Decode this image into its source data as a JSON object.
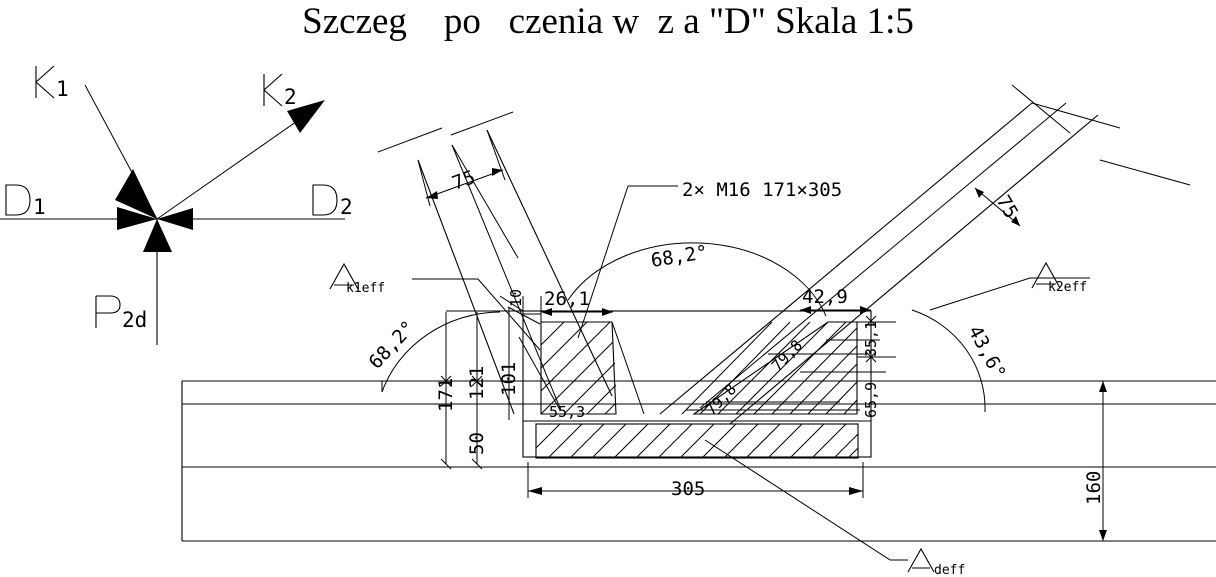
{
  "title": "Szczeg    po   czenia w  z a \"D\" Skala 1:5",
  "drawing": {
    "name": "truss-joint-detail-D",
    "scale": "1:5"
  },
  "force_diagram": {
    "name": "force-polygon",
    "labels": {
      "k1": "K",
      "k1_sub": "1",
      "k2": "K",
      "k2_sub": "2",
      "d1": "D",
      "d1_sub": "1",
      "d2": "D",
      "d2_sub": "2",
      "p2d": "P",
      "p2d_sub": "2d"
    }
  },
  "annotations": {
    "bolt_note": "2×  M16  171×305",
    "a_k1eff": "A",
    "a_k1eff_sub": "k1eff",
    "a_k2eff": "A",
    "a_k2eff_sub": "k2eff",
    "a_deff": "A",
    "a_deff_sub": "deff"
  },
  "dimensions": {
    "left_member_width": "75",
    "right_member_width": "75",
    "plate_thickness": "10",
    "left_offset": "26,1",
    "right_offset": "42,9",
    "left_weld_121": "121",
    "left_weld_171": "171",
    "left_weld_101": "101",
    "left_weld_50": "50",
    "left_inner_weld": "55,3",
    "right_weld_35_1": "35,1",
    "right_weld_65_9": "65,9",
    "right_weld_top": "79,8",
    "right_weld_bottom": "79,8",
    "total_width": "305",
    "chord_height": "160"
  },
  "angles": {
    "left_arc": "68,2°",
    "top_arc": "68,2°",
    "right_arc": "43,6°"
  },
  "colors": {
    "line": "#000000",
    "background": "#ffffff"
  }
}
